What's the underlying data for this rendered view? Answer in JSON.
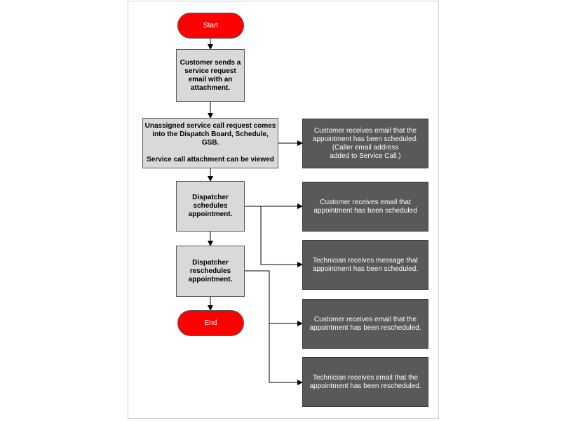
{
  "flowchart": {
    "start_label": "Start",
    "end_label": "End",
    "steps": {
      "send_request": "Customer sends a\nservice request\nemail with an\nattachment.",
      "unassigned_request": "Unassigned service call request comes\ninto the Dispatch Board, Schedule, GSB.\n\nService call attachment can be viewed",
      "dispatcher_schedules": "Dispatcher\nschedules\nappointment.",
      "dispatcher_reschedules": "Dispatcher\nreschedules\nappointment."
    },
    "notifications": {
      "customer_email_caller": "Customer receives email that the\nappointment has been scheduled.\n(Caller email address\nadded to Service Call.)",
      "customer_email_scheduled": "Customer receives email that\nappointment has been scheduled",
      "technician_message_scheduled": "Technician receives message that\nappointment has been scheduled.",
      "customer_email_rescheduled": "Customer receives email that the\nappointment has been rescheduled.",
      "technician_email_rescheduled": "Technician receives email that the\nappointment has been rescheduled."
    },
    "colors": {
      "terminal": "#ff0000",
      "process": "#d9d9d9",
      "notification": "#595959",
      "connector": "#000000"
    }
  }
}
